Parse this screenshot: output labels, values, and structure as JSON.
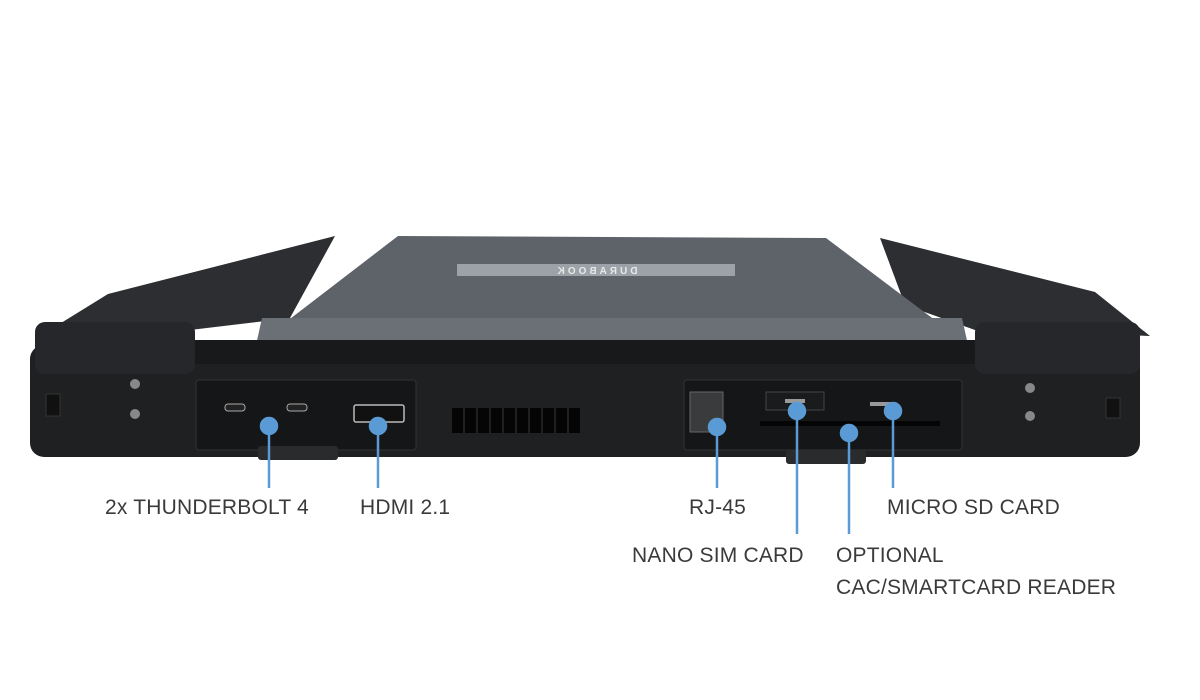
{
  "product": {
    "logo_text": "DURABOOK"
  },
  "callouts": [
    {
      "id": "thunderbolt",
      "label": "2x THUNDERBOLT 4"
    },
    {
      "id": "hdmi",
      "label": "HDMI 2.1"
    },
    {
      "id": "rj45",
      "label": "RJ-45"
    },
    {
      "id": "nano-sim",
      "label": "NANO SIM CARD"
    },
    {
      "id": "smartcard",
      "label": "OPTIONAL",
      "label2": "CAC/SMARTCARD READER"
    },
    {
      "id": "microsd",
      "label": "MICRO SD CARD"
    }
  ],
  "colors": {
    "callout": "#5b9bd5",
    "body": "#1f2022",
    "lid": "#5e636a",
    "text": "#3a3a3a"
  }
}
